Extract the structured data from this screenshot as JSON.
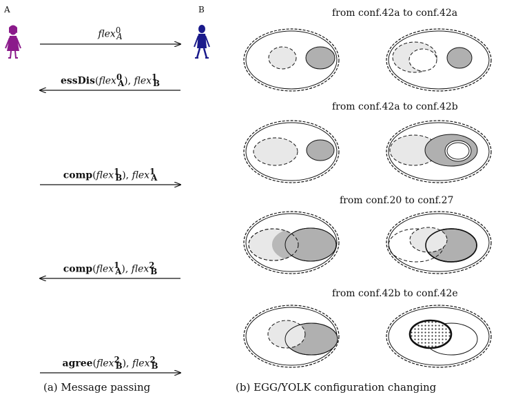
{
  "parties": {
    "a": "A",
    "b": "B"
  },
  "messages": [
    {
      "id": "m1",
      "dir": "a-to-b",
      "html": "<i>flex</i><sup>0</sup><sub style='margin-left:-6px'><i>A</i></sub>"
    },
    {
      "id": "m2",
      "dir": "b-to-a",
      "html": "<b>essDis</b>(<i>flex</i><sup><b>0</b></sup><sub style='margin-left:-6px'><b>A</b></sub>), <i>flex</i><sup><b>1</b></sup><sub style='margin-left:-6px'><b>B</b></sub>"
    },
    {
      "id": "m3",
      "dir": "a-to-b",
      "html": "<b>comp</b>(<i>flex</i><sup><b>1</b></sup><sub style='margin-left:-6px'><b>B</b></sub>), <i>flex</i><sup><b>1</b></sup><sub style='margin-left:-6px'><b>A</b></sub>"
    },
    {
      "id": "m4",
      "dir": "b-to-a",
      "html": "<b>comp</b>(<i>flex</i><sup><b>1</b></sup><sub style='margin-left:-6px'><b>A</b></sub>), <i>flex</i><sup><b>2</b></sup><sub style='margin-left:-6px'><b>B</b></sub>"
    },
    {
      "id": "m5",
      "dir": "a-to-b",
      "html": "<b>agree</b>(<i>flex</i><sup><b>2</b></sup><sub style='margin-left:-6px'><b>B</b></sub>), <i>flex</i><sup><b>2</b></sup><sub style='margin-left:-6px'><b>B</b></sub>"
    }
  ],
  "transitions": [
    {
      "label": "from conf.42a to conf.42a"
    },
    {
      "label": "from conf.42a to conf.42b"
    },
    {
      "label": "from conf.20 to conf.27"
    },
    {
      "label": "from conf.42b to conf.42e"
    }
  ],
  "captions": {
    "left": "(a) Message passing",
    "right": "(b) EGG/YOLK configuration changing"
  },
  "colors": {
    "person_a": "#8b1a8b",
    "person_b": "#1a1a8b",
    "yolk_light": "#e8e8e8",
    "yolk_dark": "#b0b0b0"
  }
}
